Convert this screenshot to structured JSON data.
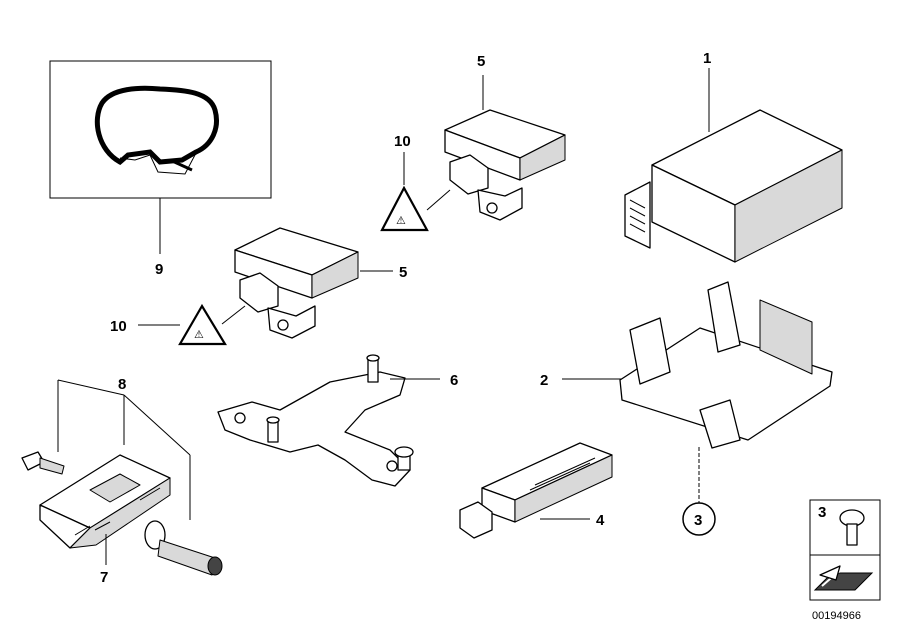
{
  "callouts": {
    "c1": "1",
    "c2": "2",
    "c3_circle": "3",
    "c4": "4",
    "c5_top": "5",
    "c5_mid": "5",
    "c6": "6",
    "c7": "7",
    "c8": "8",
    "c9": "9",
    "c10_top": "10",
    "c10_mid": "10",
    "legend_3": "3"
  },
  "warning_glyph": "⚠",
  "diagram_number": "00194966"
}
